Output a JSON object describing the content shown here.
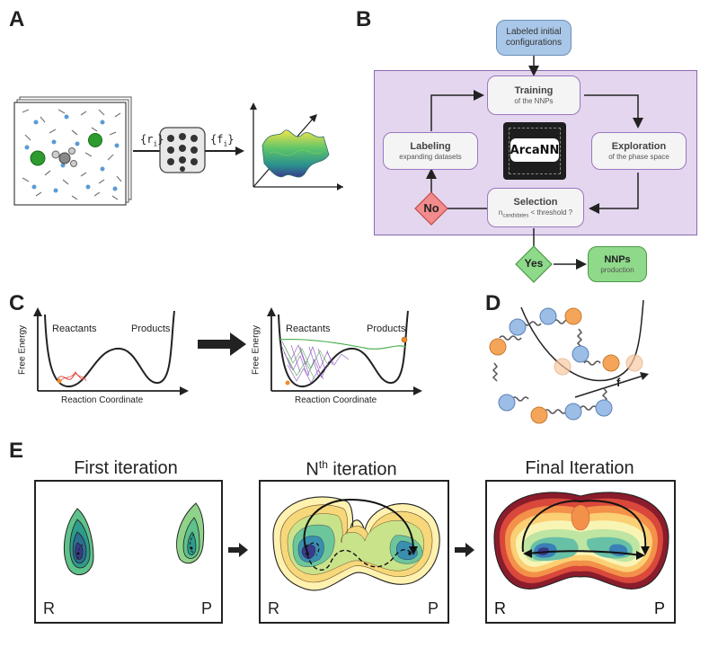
{
  "panels": {
    "a": "A",
    "b": "B",
    "c": "C",
    "d": "D",
    "e": "E"
  },
  "panel_a": {
    "r_label": "{r",
    "r_sub": "i",
    "f_label": "{f",
    "f_sub": "i",
    "close_brace": "}"
  },
  "panel_b": {
    "initial_line1": "Labeled initial",
    "initial_line2": "configurations",
    "training_title": "Training",
    "training_sub": "of the NNPs",
    "labeling_title": "Labeling",
    "labeling_sub": "expanding datasets",
    "exploration_title": "Exploration",
    "exploration_sub": "of the phase space",
    "selection_title": "Selection",
    "selection_sub_n": "n",
    "selection_sub_candidates": "candidates",
    "selection_sub_rest": " < threshold ?",
    "arcann_logo": "ArcaNN",
    "no_label": "No",
    "yes_label": "Yes",
    "nnps_title": "NNPs",
    "nnps_sub": "production",
    "colors": {
      "initial": "#a9c7e8",
      "purple_bg": "#e3d6ee",
      "no": "#f28b8b",
      "yes": "#8ed98a",
      "nnps": "#8ed98a"
    }
  },
  "panel_c": {
    "left": {
      "ylabel": "Free Energy",
      "xlabel": "Reaction Coordinate",
      "reactants": "Reactants",
      "products": "Products"
    },
    "right": {
      "ylabel": "Free Energy",
      "xlabel": "Reaction Coordinate",
      "reactants": "Reactants",
      "products": "Products"
    }
  },
  "panel_d": {
    "f_label": "f"
  },
  "panel_e": {
    "first": {
      "title": "First iteration",
      "r": "R",
      "p": "P"
    },
    "nth": {
      "title_pre": "N",
      "title_sup": "th",
      "title_post": " iteration",
      "r": "R",
      "p": "P"
    },
    "final": {
      "title": "Final Iteration",
      "r": "R",
      "p": "P"
    }
  }
}
